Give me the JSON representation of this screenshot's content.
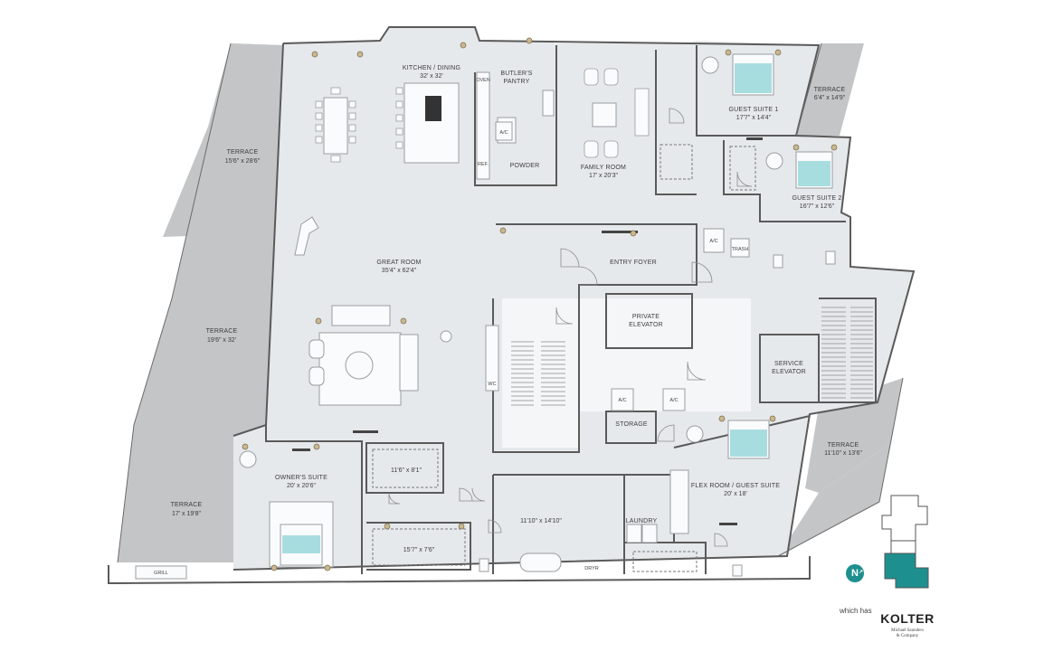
{
  "rooms": {
    "kitchen": {
      "name": "KITCHEN / DINING",
      "dims": "32' x 32'"
    },
    "butler": {
      "name1": "BUTLER'S",
      "name2": "PANTRY"
    },
    "powder": {
      "name": "POWDER"
    },
    "family": {
      "name": "FAMILY ROOM",
      "dims": "17' x 20'3\""
    },
    "guest1": {
      "name": "GUEST SUITE 1",
      "dims": "17'7\" x 14'4\""
    },
    "guest2": {
      "name": "GUEST SUITE 2",
      "dims": "16'7\" x 12'6\""
    },
    "great": {
      "name": "GREAT ROOM",
      "dims": "35'4\" x 62'4\""
    },
    "foyer": {
      "name": "ENTRY FOYER"
    },
    "private_elev": {
      "name1": "PRIVATE",
      "name2": "ELEVATOR"
    },
    "service_elev": {
      "name1": "SERVICE",
      "name2": "ELEVATOR"
    },
    "storage": {
      "name": "STORAGE"
    },
    "owner": {
      "name": "OWNER'S SUITE",
      "dims": "20' x 20'6\""
    },
    "closet1": {
      "dims": "11'6\" x 8'1\""
    },
    "closet2": {
      "dims": "15'7\" x 7'6\""
    },
    "bath": {
      "dims": "11'10\" x 14'10\""
    },
    "laundry": {
      "name": "LAUNDRY"
    },
    "flex": {
      "name": "FLEX ROOM / GUEST SUITE",
      "dims": "20' x 18'"
    }
  },
  "terraces": {
    "t1": {
      "name": "TERRACE",
      "dims": "15'6\" x 28'6\""
    },
    "t2": {
      "name": "TERRACE",
      "dims": "19'6\" x 32'"
    },
    "t3": {
      "name": "TERRACE",
      "dims": "17' x 19'8\""
    },
    "t4": {
      "name": "TERRACE",
      "dims": "6'4\" x 14'9\""
    },
    "t5": {
      "name": "TERRACE",
      "dims": "11'10\" x 13'6\""
    }
  },
  "fixtures": {
    "ac": "A/C",
    "trash": "TRASH",
    "oven": "OVEN",
    "ref": "REF.",
    "wc": "WC",
    "grill": "GRILL",
    "dryer": "DRYR"
  },
  "footer": {
    "caption": "which has",
    "north": "N",
    "brand": "KOLTER",
    "partner1": "Michael Saunders",
    "partner2": "& Company"
  },
  "colors": {
    "terrace": "#c4c5c7",
    "floor": "#e6e9ec",
    "wall": "#5a5a5a",
    "bed_accent": "#a8dde0",
    "keyplan_highlight": "#1e8f8f"
  }
}
